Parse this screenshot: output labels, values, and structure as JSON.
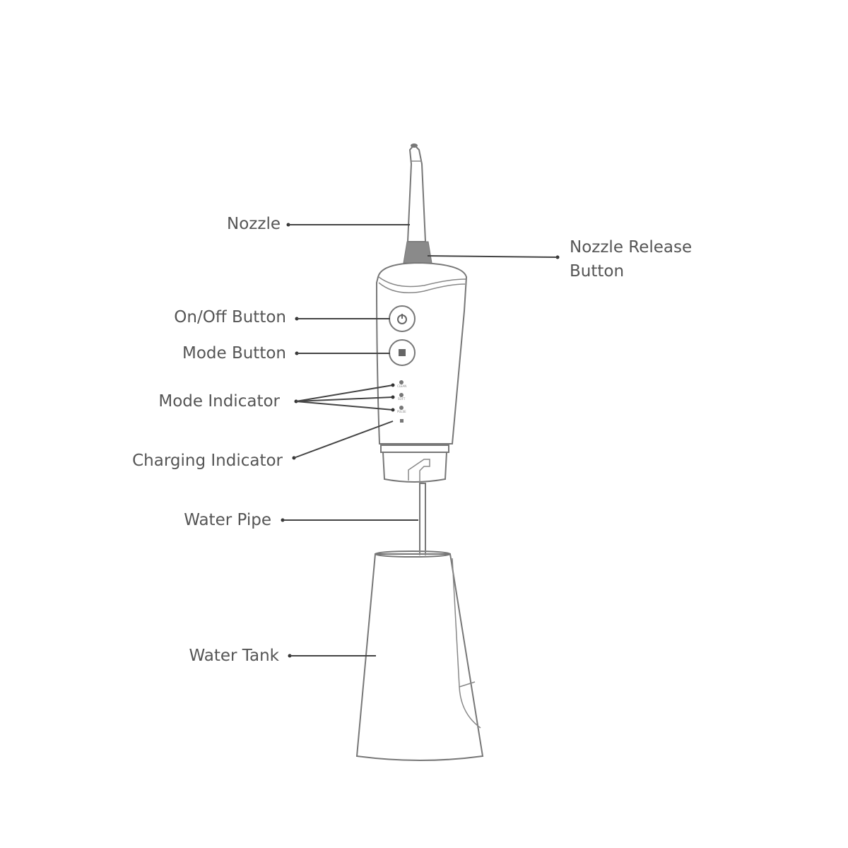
{
  "labels": {
    "nozzle": "Nozzle",
    "nozzle_release_line1": "Nozzle Release",
    "nozzle_release_line2": "Button",
    "on_off": "On/Off Button",
    "mode_button": "Mode Button",
    "mode_indicator": "Mode Indicator",
    "charging_indicator": "Charging Indicator",
    "water_pipe": "Water Pipe",
    "water_tank": "Water Tank"
  },
  "mode_labels": [
    "CLEAN",
    "SOFT",
    "PULSE"
  ],
  "colors": {
    "text": "#555555",
    "line": "#444444",
    "collar": "#8a8a8a"
  }
}
